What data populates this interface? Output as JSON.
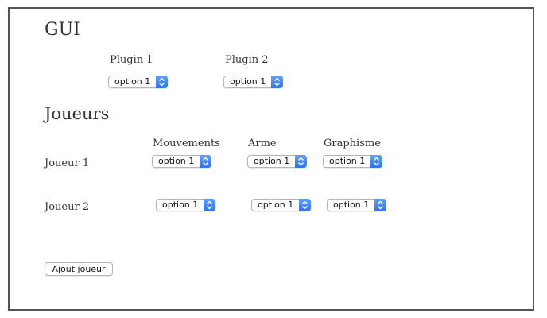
{
  "gui": {
    "title": "GUI",
    "plugins": [
      {
        "label": "Plugin 1",
        "selected": "option 1"
      },
      {
        "label": "Plugin 2",
        "selected": "option 1"
      }
    ]
  },
  "players": {
    "title": "Joueurs",
    "columns": [
      "Mouvements",
      "Arme",
      "Graphisme"
    ],
    "rows": [
      {
        "name": "Joueur 1",
        "selections": [
          "option 1",
          "option 1",
          "option 1"
        ]
      },
      {
        "name": "Joueur 2",
        "selections": [
          "option 1",
          "option 1",
          "option 1"
        ]
      }
    ]
  },
  "add_button_label": "Ajout joueur",
  "colors": {
    "accent": "#3b82f6",
    "frame_border": "#555555",
    "text": "#333333"
  }
}
